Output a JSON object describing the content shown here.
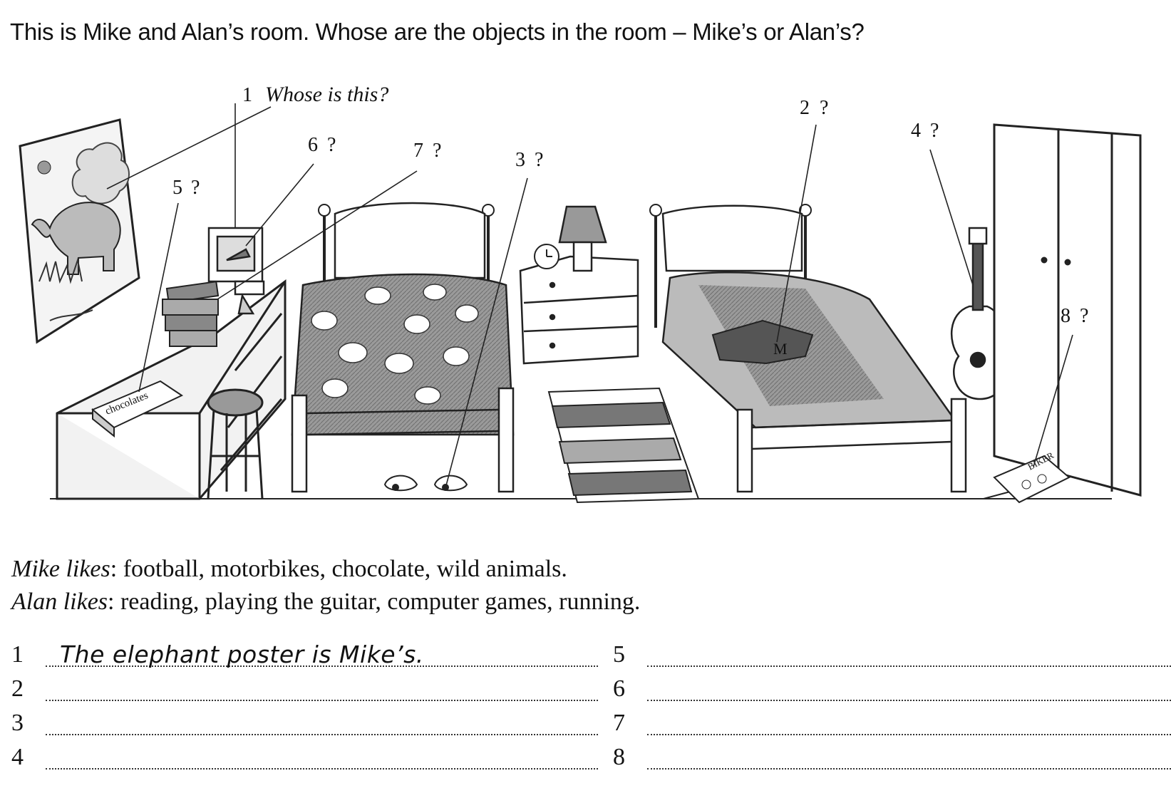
{
  "title": "This is Mike and Alan’s room. Whose are the objects in the room – Mike’s or Alan’s?",
  "callouts": [
    {
      "num": "1",
      "text": "Whose is this?"
    },
    {
      "num": "2",
      "text": "?"
    },
    {
      "num": "3",
      "text": "?"
    },
    {
      "num": "4",
      "text": "?"
    },
    {
      "num": "5",
      "text": "?"
    },
    {
      "num": "6",
      "text": "?"
    },
    {
      "num": "7",
      "text": "?"
    },
    {
      "num": "8",
      "text": "?"
    }
  ],
  "illustration_text": {
    "chocolate_box": "chocolates",
    "magazine": "BIKER",
    "shirt_letter": "M"
  },
  "likes": {
    "mike_label": "Mike likes",
    "mike_items": "football, motorbikes, chocolate, wild animals.",
    "alan_label": "Alan likes",
    "alan_items": "reading, playing the guitar, computer games, running."
  },
  "answers": [
    {
      "num": "1",
      "text": "The elephant poster is Mike’s."
    },
    {
      "num": "2",
      "text": ""
    },
    {
      "num": "3",
      "text": ""
    },
    {
      "num": "4",
      "text": ""
    },
    {
      "num": "5",
      "text": ""
    },
    {
      "num": "6",
      "text": ""
    },
    {
      "num": "7",
      "text": ""
    },
    {
      "num": "8",
      "text": ""
    }
  ]
}
